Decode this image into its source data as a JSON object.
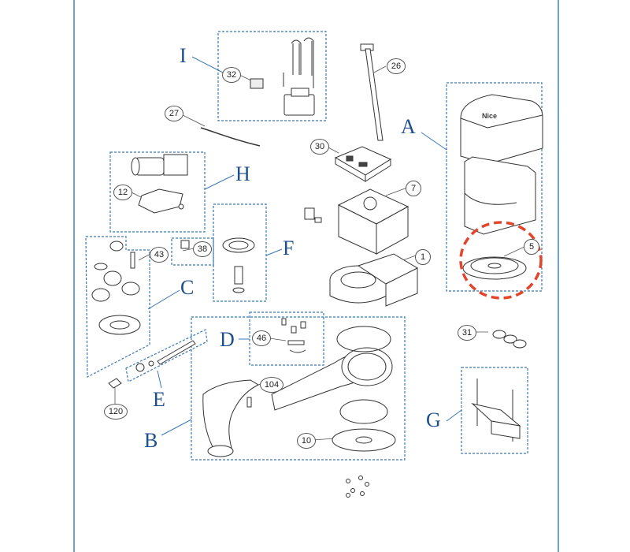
{
  "diagram": {
    "group_labels": {
      "A": "A",
      "B": "B",
      "C": "C",
      "D": "D",
      "E": "E",
      "F": "F",
      "G": "G",
      "H": "H",
      "I": "I"
    },
    "part_callouts": {
      "p1": "1",
      "p5": "5",
      "p7": "7",
      "p10": "10",
      "p12": "12",
      "p26": "26",
      "p27": "27",
      "p30": "30",
      "p31": "31",
      "p32": "32",
      "p38": "38",
      "p43": "43",
      "p46": "46",
      "p104": "104",
      "p120": "120"
    },
    "cover_logo_text": "Nice",
    "highlight_color": "#e2452c",
    "frame_color": "#6fa0cf",
    "group_border_color": "#3a78b5"
  }
}
